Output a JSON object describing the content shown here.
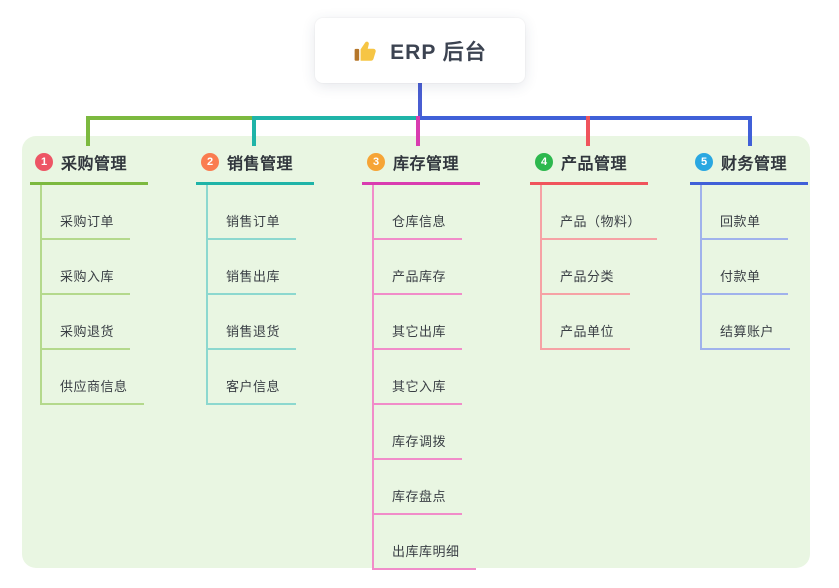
{
  "root": {
    "label": "ERP 后台",
    "icon": "thumbs-up-icon",
    "stem_color": "#4a5ed2"
  },
  "branches": [
    {
      "badge_number": "1",
      "label": "采购管理",
      "color": "#7cb93f",
      "tint": "#b4d98c",
      "badge_color": "#ed5565",
      "children": [
        "采购订单",
        "采购入库",
        "采购退货",
        "供应商信息"
      ]
    },
    {
      "badge_number": "2",
      "label": "销售管理",
      "color": "#1fb4a8",
      "tint": "#8cd8cf",
      "badge_color": "#fa7c50",
      "children": [
        "销售订单",
        "销售出库",
        "销售退货",
        "客户信息"
      ]
    },
    {
      "badge_number": "3",
      "label": "库存管理",
      "color": "#d93cb0",
      "tint": "#f18cc9",
      "badge_color": "#f6a436",
      "children": [
        "仓库信息",
        "产品库存",
        "其它出库",
        "其它入库",
        "库存调拨",
        "库存盘点",
        "出库库明细"
      ]
    },
    {
      "badge_number": "4",
      "label": "产品管理",
      "color": "#f0545c",
      "tint": "#f6a2a5",
      "badge_color": "#2db84e",
      "children": [
        "产品（物料）",
        "产品分类",
        "产品单位"
      ]
    },
    {
      "badge_number": "5",
      "label": "财务管理",
      "color": "#4060d8",
      "tint": "#a0b2ec",
      "badge_color": "#29a7e1",
      "children": [
        "回款单",
        "付款单",
        "结算账户"
      ]
    }
  ]
}
